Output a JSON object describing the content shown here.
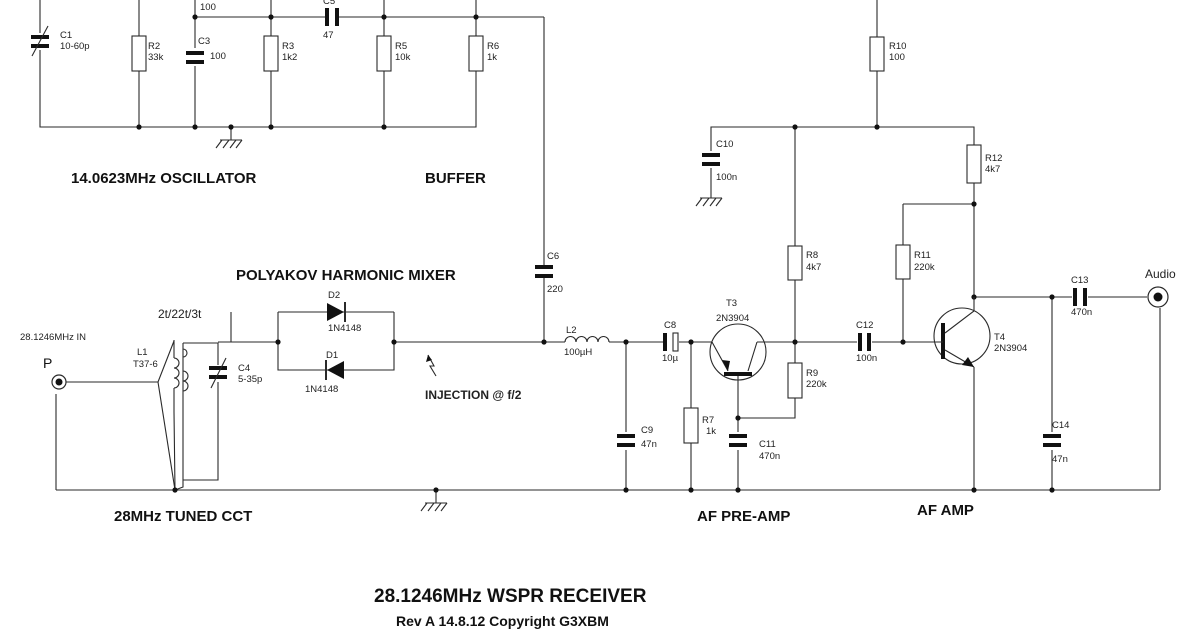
{
  "title": "28.1246MHz WSPR RECEIVER",
  "subtitle": "Rev A  14.8.12   Copyright G3XBM",
  "sections": {
    "oscillator": "14.0623MHz OSCILLATOR",
    "buffer": "BUFFER",
    "mixer": "POLYAKOV HARMONIC MIXER",
    "tuned": "28MHz TUNED CCT",
    "preamp": "AF PRE-AMP",
    "afamp": "AF AMP"
  },
  "labels": {
    "injection": "INJECTION @ f/2",
    "input_freq": "28.1246MHz IN",
    "input_port": "P",
    "output": "Audio",
    "turns": "2t/22t/3t"
  },
  "components": {
    "C1": {
      "ref": "C1",
      "value": "10-60p"
    },
    "R2": {
      "ref": "R2",
      "value": "33k"
    },
    "C3": {
      "ref": "C3",
      "value": "100"
    },
    "R3": {
      "ref": "R3",
      "value": "1k2"
    },
    "C5": {
      "ref": "C5",
      "value": "47"
    },
    "R5": {
      "ref": "R5",
      "value": "10k"
    },
    "R6": {
      "ref": "R6",
      "value": "1k"
    },
    "R10": {
      "ref": "R10",
      "value": "100"
    },
    "C10": {
      "ref": "C10",
      "value": "100n"
    },
    "R12": {
      "ref": "R12",
      "value": "4k7"
    },
    "C6": {
      "ref": "C6",
      "value": "220"
    },
    "D1": {
      "ref": "D1",
      "value": "1N4148"
    },
    "D2": {
      "ref": "D2",
      "value": "1N4148"
    },
    "L1": {
      "ref": "L1",
      "value": "T37-6"
    },
    "C4": {
      "ref": "C4",
      "value": "5-35p"
    },
    "L2": {
      "ref": "L2",
      "value": "100µH"
    },
    "C8": {
      "ref": "C8",
      "value": "10µ"
    },
    "C9": {
      "ref": "C9",
      "value": "47n"
    },
    "R7": {
      "ref": "R7",
      "value": "1k"
    },
    "T3": {
      "ref": "T3",
      "value": "2N3904"
    },
    "R8": {
      "ref": "R8",
      "value": "4k7"
    },
    "R9": {
      "ref": "R9",
      "value": "220k"
    },
    "C11": {
      "ref": "C11",
      "value": "470n"
    },
    "C12": {
      "ref": "C12",
      "value": "100n"
    },
    "R11": {
      "ref": "R11",
      "value": "220k"
    },
    "T4": {
      "ref": "T4",
      "value": "2N3904"
    },
    "C13": {
      "ref": "C13",
      "value": "470n"
    },
    "C14": {
      "ref": "C14",
      "value": "47n"
    }
  },
  "top_value_fragment": "100"
}
